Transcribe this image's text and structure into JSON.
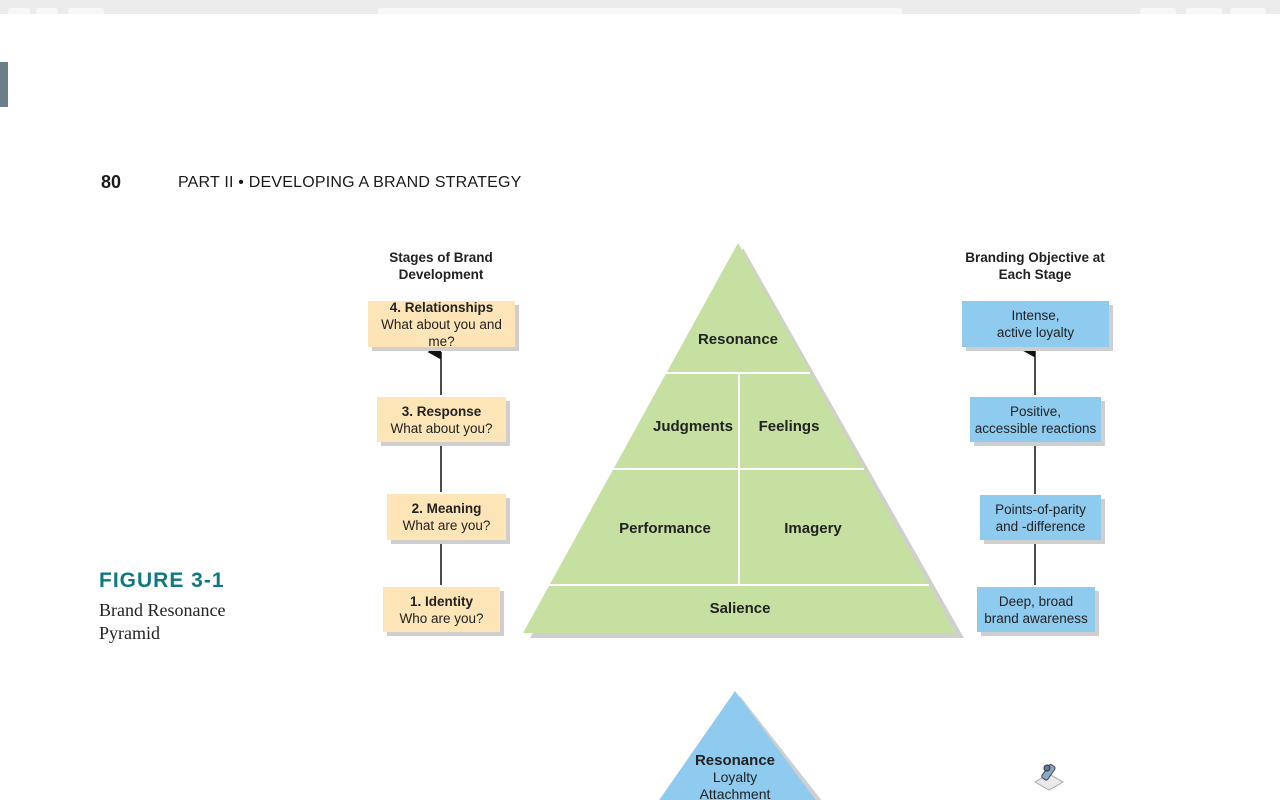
{
  "page": {
    "page_number": "80",
    "running_head": "PART II  •  DEVELOPING A BRAND STRATEGY"
  },
  "figure": {
    "label": "FIGURE 3-1",
    "title_line1": "Brand Resonance",
    "title_line2": "Pyramid"
  },
  "left_column": {
    "heading_line1": "Stages of Brand",
    "heading_line2": "Development",
    "stages": [
      {
        "title": "4.  Relationships",
        "question": "What about you and me?"
      },
      {
        "title": "3.  Response",
        "question": "What about you?"
      },
      {
        "title": "2.  Meaning",
        "question": "What are you?"
      },
      {
        "title": "1.  Identity",
        "question": "Who are you?"
      }
    ]
  },
  "pyramid": {
    "apex": "Resonance",
    "row2_left": "Judgments",
    "row2_right": "Feelings",
    "row3_left": "Performance",
    "row3_right": "Imagery",
    "base": "Salience"
  },
  "right_column": {
    "heading_line1": "Branding Objective at",
    "heading_line2": "Each Stage",
    "objectives": [
      {
        "line1": "Intense,",
        "line2": "active loyalty"
      },
      {
        "line1": "Positive,",
        "line2": "accessible reactions"
      },
      {
        "line1": "Points-of-parity",
        "line2": "and -difference"
      },
      {
        "line1": "Deep, broad",
        "line2": "brand awareness"
      }
    ]
  },
  "second_figure": {
    "line1": "Resonance",
    "line2": "Loyalty",
    "line3": "Attachment"
  },
  "colors": {
    "stage_fill": "#fde5b7",
    "objective_fill": "#8ecbef",
    "pyramid_fill": "#c5e0a0",
    "second_pyramid_fill": "#8ecbef",
    "figure_label": "#0e7a80"
  },
  "icons": {
    "toolbar_tool": "pen-tool-icon"
  }
}
